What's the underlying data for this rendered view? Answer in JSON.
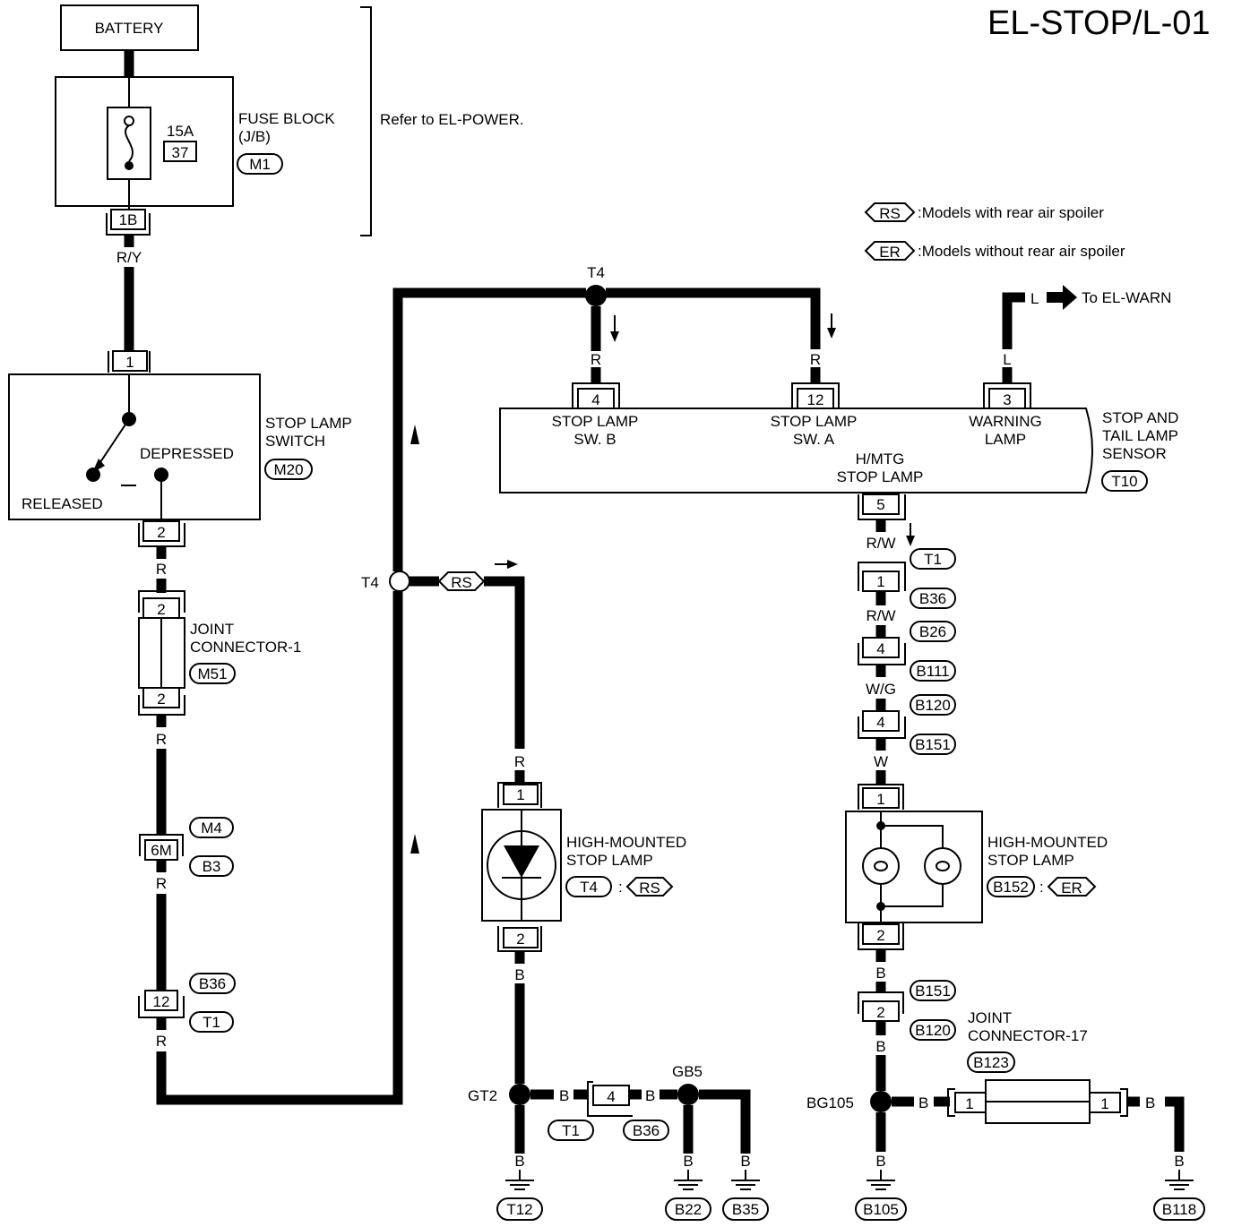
{
  "title": "EL-STOP/L-01",
  "battery": "BATTERY",
  "fuse_block": {
    "amp": "15A",
    "number": "37",
    "label": [
      "FUSE BLOCK",
      "(J/B)"
    ],
    "connector": "M1",
    "terminal": "1B"
  },
  "refer": "Refer to EL-POWER.",
  "legend": [
    {
      "tag": "RS",
      "text": ":Models with rear air spoiler"
    },
    {
      "tag": "ER",
      "text": ":Models without rear air spoiler"
    }
  ],
  "stop_lamp_switch": {
    "label": [
      "STOP LAMP",
      "SWITCH"
    ],
    "connector": "M20",
    "pin_top": "1",
    "pin_bottom": "2",
    "depressed": "DEPRESSED",
    "released": "RELEASED"
  },
  "joint_connector_1": {
    "label": [
      "JOINT",
      "CONNECTOR-1"
    ],
    "connector": "M51",
    "pin_top": "2",
    "pin_bottom": "2"
  },
  "connector_6m": {
    "pin": "6M",
    "top": "M4",
    "bottom": "B3"
  },
  "connector_12": {
    "pin": "12",
    "top": "B36",
    "bottom": "T1"
  },
  "wire_colors": {
    "ry": "R/Y",
    "r": "R",
    "rw": "R/W",
    "wg": "W/G",
    "w": "W",
    "b": "B",
    "l": "L"
  },
  "splices": {
    "t4": "T4",
    "gt2": "GT2",
    "gb5": "GB5",
    "bg105": "BG105"
  },
  "to_warn": "To EL-WARN",
  "sensor": {
    "label": [
      "STOP AND",
      "TAIL LAMP",
      "SENSOR"
    ],
    "connector": "T10",
    "pins": [
      "4",
      "12",
      "3",
      "5"
    ],
    "sw_b": [
      "STOP LAMP",
      "SW. B"
    ],
    "sw_a": [
      "STOP LAMP",
      "SW. A"
    ],
    "warning": [
      "WARNING",
      "LAMP"
    ],
    "hmtg": [
      "H/MTG",
      "STOP LAMP"
    ]
  },
  "hmsl_rs": {
    "label": [
      "HIGH-MOUNTED",
      "STOP LAMP"
    ],
    "connector": "T4",
    "variant": "RS",
    "colon": ":",
    "pin_top": "1",
    "pin_bottom": "2"
  },
  "hmsl_er": {
    "label": [
      "HIGH-MOUNTED",
      "STOP LAMP"
    ],
    "connector": "B152",
    "variant": "ER",
    "colon": ":",
    "pin_top": "1",
    "pin_bottom": "2"
  },
  "chain_right": {
    "c1": {
      "pin": "1",
      "top": "T1",
      "bottom": "B36"
    },
    "c4a": {
      "pin": "4",
      "top": "B26",
      "bottom": "B111"
    },
    "c4b": {
      "pin": "4",
      "top": "B120",
      "bottom": "B151"
    },
    "c2": {
      "pin": "2",
      "top": "B151",
      "bottom": "B120"
    }
  },
  "ground_mid": {
    "conn": "4",
    "left": "T1",
    "right": "B36"
  },
  "joint_connector_17": {
    "label": [
      "JOINT",
      "CONNECTOR-17"
    ],
    "connector": "B123",
    "pin_left": "1",
    "pin_right": "1"
  },
  "grounds": [
    "T12",
    "B22",
    "B35",
    "B105",
    "B118"
  ]
}
